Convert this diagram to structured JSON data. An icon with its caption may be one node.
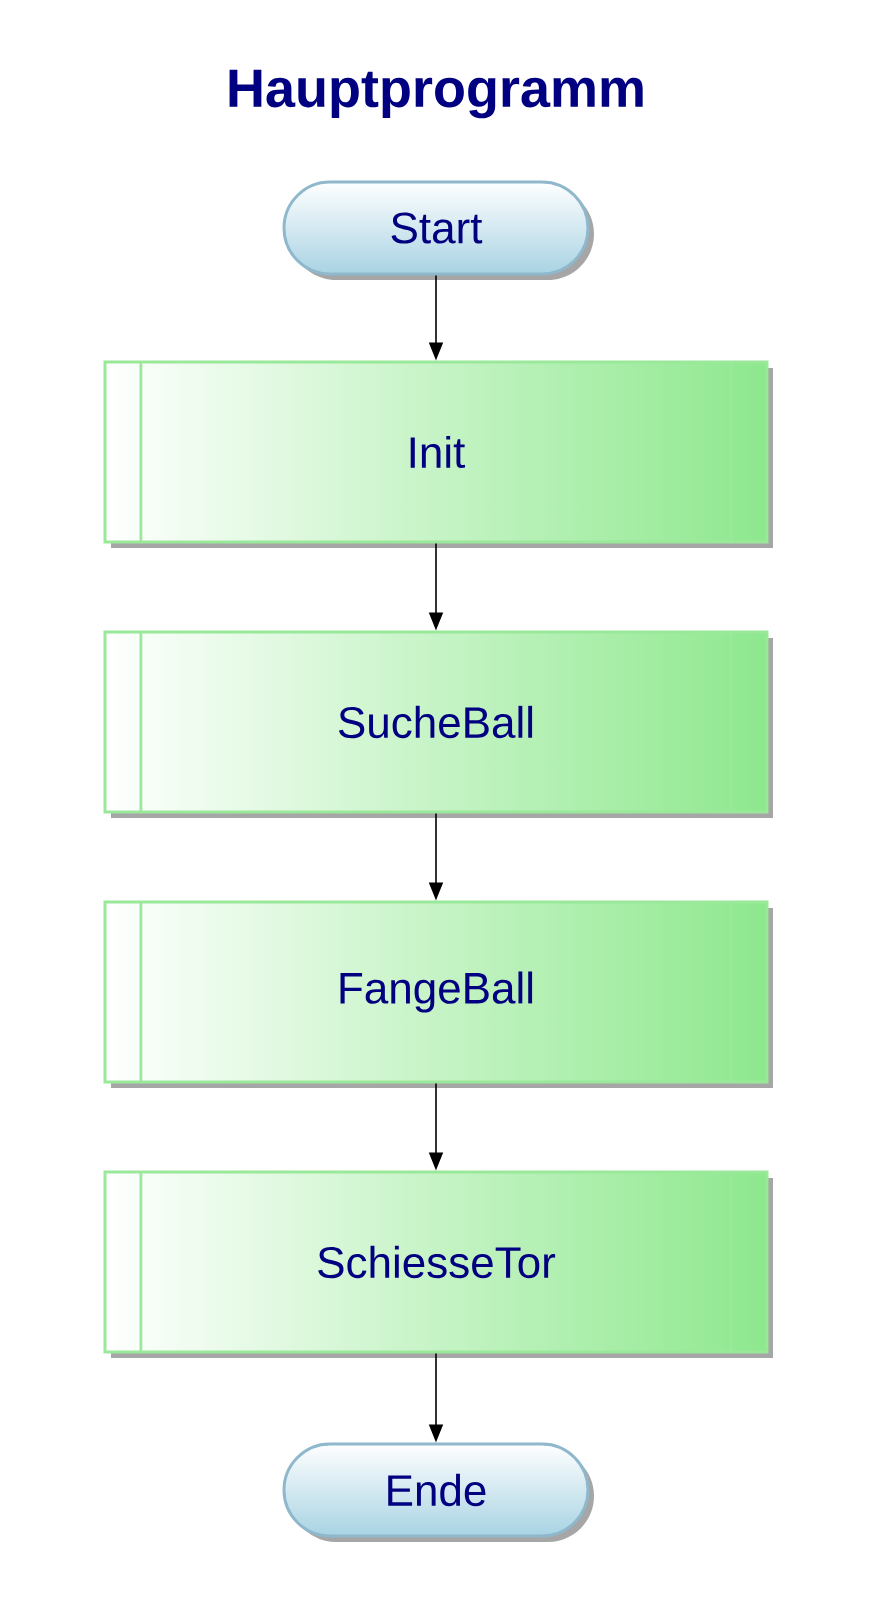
{
  "diagram": {
    "title": "Hauptprogramm",
    "nodes": [
      {
        "text": [
          "Start"
        ]
      },
      {
        "text": [
          "Init"
        ]
      },
      {
        "text": [
          "SucheBall"
        ]
      },
      {
        "text": [
          "FangeBall"
        ]
      },
      {
        "text": [
          "SchiesseTor"
        ]
      },
      {
        "text": [
          "Ende"
        ]
      }
    ],
    "edges": [
      {
        "from": 0,
        "to": 1,
        "arrow": "to"
      },
      {
        "from": 1,
        "to": 2,
        "arrow": "to"
      },
      {
        "from": 2,
        "to": 3,
        "arrow": "to"
      },
      {
        "from": 3,
        "to": 4,
        "arrow": "to"
      },
      {
        "from": 4,
        "to": 5,
        "arrow": "to"
      }
    ]
  }
}
